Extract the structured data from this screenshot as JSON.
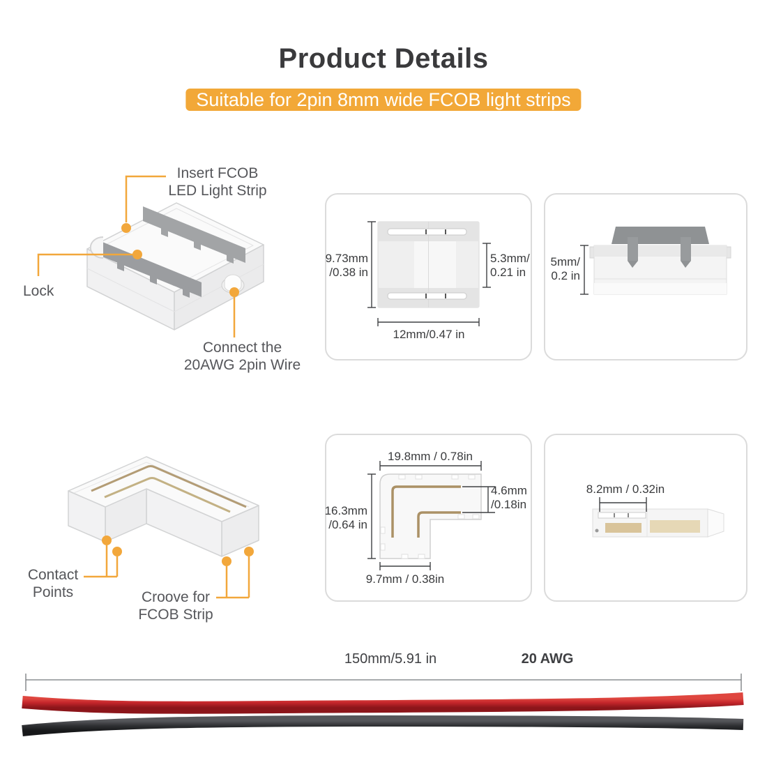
{
  "header": {
    "title": "Product Details",
    "banner": "Suitable for 2pin 8mm wide FCOB light strips"
  },
  "colors": {
    "accent": "#F2A73B",
    "banner_bg": "#F2A838",
    "wire_red": "#C4262B",
    "wire_black": "#2E2F32"
  },
  "strip_connector": {
    "label_insert_line1": "Insert FCOB",
    "label_insert_line2": "LED Light Strip",
    "label_lock": "Lock",
    "label_connect_line1": "Connect the",
    "label_connect_line2": "20AWG 2pin Wire"
  },
  "corner_connector": {
    "label_contact_line1": "Contact",
    "label_contact_line2": "Points",
    "label_groove_line1": "Croove for",
    "label_groove_line2": "FCOB Strip"
  },
  "panels": {
    "strip_top_view": {
      "height_mm": "9.73mm",
      "height_in": "/0.38 in",
      "slot_mm": "5.3mm/",
      "slot_in": "0.21 in",
      "width": "12mm/0.47 in"
    },
    "strip_side_view": {
      "height_mm": "5mm/",
      "height_in": "0.2 in"
    },
    "corner_top_view": {
      "width_top": "19.8mm / 0.78in",
      "height_mm": "16.3mm",
      "height_in": "/0.64 in",
      "gap_mm": "4.6mm",
      "gap_in": "/0.18in",
      "width_bottom": "9.7mm / 0.38in"
    },
    "corner_side_view": {
      "width": "8.2mm / 0.32in"
    }
  },
  "wire": {
    "length": "150mm/5.91 in",
    "gauge": "20 AWG"
  }
}
